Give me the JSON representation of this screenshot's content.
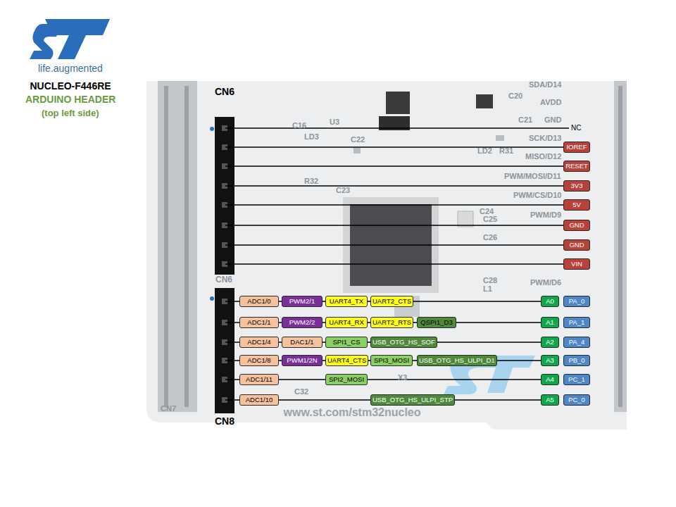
{
  "diagram": {
    "title": "NUCLEO-F446RE",
    "nodes": [
      {
        "text": [
          "IOREF"
        ]
      },
      {
        "text": [
          "RESET"
        ]
      },
      {
        "text": [
          "3V3"
        ]
      },
      {
        "text": [
          "5V"
        ]
      },
      {
        "text": [
          "GND"
        ]
      },
      {
        "text": [
          "GND"
        ]
      },
      {
        "text": [
          "VIN"
        ]
      },
      {
        "text": [
          "ADC1/0"
        ]
      },
      {
        "text": [
          "PWM2/1"
        ]
      },
      {
        "text": [
          "UART4_TX"
        ]
      },
      {
        "text": [
          "UART2_CTS"
        ]
      },
      {
        "text": [
          "A0"
        ]
      },
      {
        "text": [
          "PA_0"
        ]
      },
      {
        "text": [
          "ADC1/1"
        ]
      },
      {
        "text": [
          "PWM2/2"
        ]
      },
      {
        "text": [
          "UART4_RX"
        ]
      },
      {
        "text": [
          "UART2_RTS"
        ]
      },
      {
        "text": [
          "QSPI1_D3"
        ]
      },
      {
        "text": [
          "A1"
        ]
      },
      {
        "text": [
          "PA_1"
        ]
      },
      {
        "text": [
          "ADC1/4"
        ]
      },
      {
        "text": [
          "DAC1/1"
        ]
      },
      {
        "text": [
          "SPI1_CS"
        ]
      },
      {
        "text": [
          "USB_OTG_HS_SOF"
        ]
      },
      {
        "text": [
          "A2"
        ]
      },
      {
        "text": [
          "PA_4"
        ]
      },
      {
        "text": [
          "ADC1/8"
        ]
      },
      {
        "text": [
          "PWM1/2N"
        ]
      },
      {
        "text": [
          "UART4_CTS"
        ]
      },
      {
        "text": [
          "SPI3_MOSI"
        ]
      },
      {
        "text": [
          "USB_OTG_HS_ULPI_D1"
        ]
      },
      {
        "text": [
          "A3"
        ]
      },
      {
        "text": [
          "PB_0"
        ]
      },
      {
        "text": [
          "ADC1/11"
        ]
      },
      {
        "text": [
          "SPI2_MOSI"
        ]
      },
      {
        "text": [
          "A4"
        ]
      },
      {
        "text": [
          "PC_1"
        ]
      },
      {
        "text": [
          "ADC1/10"
        ]
      },
      {
        "text": [
          "USB_OTG_HS_ULPI_STP"
        ]
      },
      {
        "text": [
          "A5"
        ]
      },
      {
        "text": [
          "PC_0"
        ]
      }
    ],
    "labels": [
      "life.augmented",
      "ARDUINO HEADER",
      "(top left side)",
      "CN6",
      "NC",
      "CN8",
      "CN6",
      "C16",
      "U3",
      "LD3",
      "C22",
      "R32",
      "C23",
      "C20",
      "C21",
      "LD2",
      "R31",
      "C24",
      "C25",
      "C26",
      "C28",
      "L1",
      "X3",
      "C32",
      "CN7",
      "SDA/D14",
      "AVDD",
      "GND",
      "SCK/D13",
      "MISO/D12",
      "PWM/MOSI/D11",
      "PWM/CS/D10",
      "PWM/D9",
      "PWM/D6",
      "www.st.com/stm32nucleo"
    ]
  }
}
